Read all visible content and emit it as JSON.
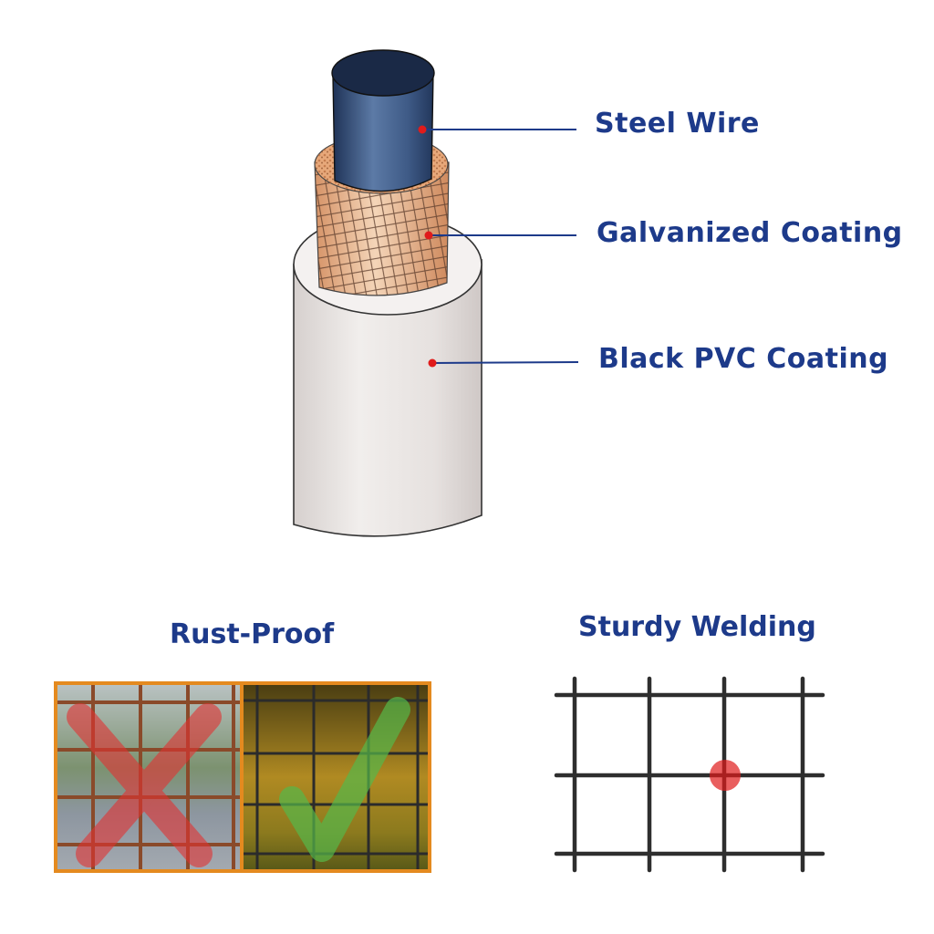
{
  "labels": {
    "steel_wire": "Steel Wire",
    "galvanized_coating": "Galvanized Coating",
    "pvc_coating": "Black PVC Coating"
  },
  "sections": {
    "rust_proof": "Rust-Proof",
    "sturdy_welding": "Sturdy Welding"
  },
  "colors": {
    "label_text": "#1d3a8a",
    "marker": "#e01b1b",
    "steel_core": "#3d5a85",
    "galvanized": "#e3a77a",
    "pvc_sheath": "#e9e4e2",
    "frame": "#e48a1f",
    "mesh": "#2e2e2e"
  },
  "icons": {
    "bad": "x-mark-icon",
    "good": "check-mark-icon"
  }
}
